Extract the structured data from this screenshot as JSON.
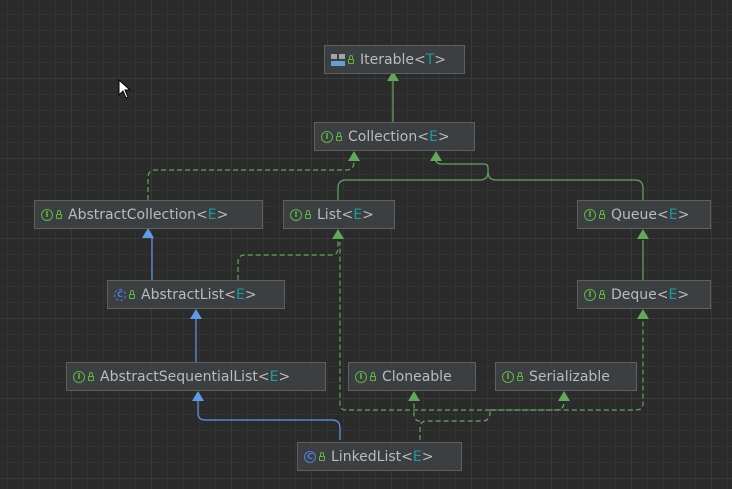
{
  "diagram": {
    "nodes": {
      "iterable": {
        "name": "Iterable",
        "type_param": "T",
        "kind": "library-icon"
      },
      "collection": {
        "name": "Collection",
        "type_param": "E",
        "kind": "interface-icon"
      },
      "abstract_collection": {
        "name": "AbstractCollection",
        "type_param": "E",
        "kind": "interface-icon"
      },
      "list": {
        "name": "List",
        "type_param": "E",
        "kind": "interface-icon"
      },
      "queue": {
        "name": "Queue",
        "type_param": "E",
        "kind": "interface-icon"
      },
      "abstract_list": {
        "name": "AbstractList",
        "type_param": "E",
        "kind": "abstract-class-icon"
      },
      "deque": {
        "name": "Deque",
        "type_param": "E",
        "kind": "interface-icon"
      },
      "abstract_sequential_list": {
        "name": "AbstractSequentialList",
        "type_param": "E",
        "kind": "interface-icon"
      },
      "cloneable": {
        "name": "Cloneable",
        "type_param": "",
        "kind": "interface-icon"
      },
      "serializable": {
        "name": "Serializable",
        "type_param": "",
        "kind": "interface-icon"
      },
      "linked_list": {
        "name": "LinkedList",
        "type_param": "E",
        "kind": "class-icon"
      }
    },
    "colors": {
      "background": "#2b2b2b",
      "node_fill": "#3c3f41",
      "extends_edge": "#62a85c",
      "implements_edge": "#62a85c",
      "class_extends_edge": "#5e9ae8",
      "type_param": "#20999d"
    }
  }
}
